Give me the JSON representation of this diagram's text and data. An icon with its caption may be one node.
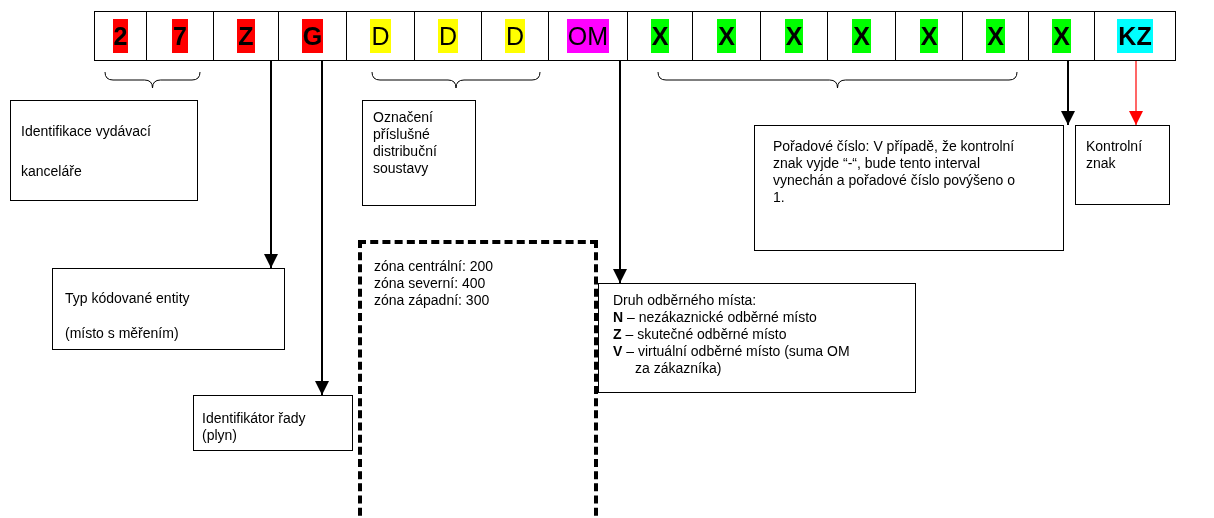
{
  "diagram": {
    "nodes": [
      {
        "text": [
          "2"
        ]
      },
      {
        "text": [
          "7"
        ]
      },
      {
        "text": [
          "Z"
        ]
      },
      {
        "text": [
          "G"
        ]
      },
      {
        "text": [
          "D"
        ]
      },
      {
        "text": [
          "D"
        ]
      },
      {
        "text": [
          "D"
        ]
      },
      {
        "text": [
          "OM"
        ]
      },
      {
        "text": [
          "X"
        ]
      },
      {
        "text": [
          "X"
        ]
      },
      {
        "text": [
          "X"
        ]
      },
      {
        "text": [
          "X"
        ]
      },
      {
        "text": [
          "X"
        ]
      },
      {
        "text": [
          "X"
        ]
      },
      {
        "text": [
          "X"
        ]
      },
      {
        "text": [
          "KZ"
        ]
      },
      {
        "text": [
          "Identifikace vydávací kanceláře"
        ]
      },
      {
        "text": [
          "Typ kódované entity",
          "(místo s měřením)"
        ]
      },
      {
        "text": [
          "Identifikátor řady (plyn)"
        ]
      },
      {
        "text": [
          "Označení příslušné distribuční soustavy"
        ]
      },
      {
        "text": [
          "zóna centrální: 200",
          "zóna severní: 400",
          "zóna západní: 300"
        ]
      },
      {
        "text": [
          "Druh odběrného místa:",
          "**N** – nezákaznické odběrné místo",
          "**Z** – skutečné odběrné místo",
          "**V** – virtuální odběrné místo (suma OM za zákazníka)"
        ]
      },
      {
        "text": [
          "Pořadové číslo: V případě, že kontrolní znak vyjde “-“, bude tento interval vynechán a pořadové číslo povýšeno o 1."
        ]
      },
      {
        "text": [
          "Kontrolní znak"
        ]
      }
    ],
    "edges": [
      {
        "from": 2,
        "to": 17,
        "arrow": "to"
      },
      {
        "from": 3,
        "to": 18,
        "arrow": "to"
      },
      {
        "from": 7,
        "to": 21,
        "arrow": "to"
      },
      {
        "from": 14,
        "to": 22,
        "arrow": "to"
      },
      {
        "from": 15,
        "to": 23,
        "arrow": "to",
        "color": "#ff0000"
      }
    ]
  }
}
